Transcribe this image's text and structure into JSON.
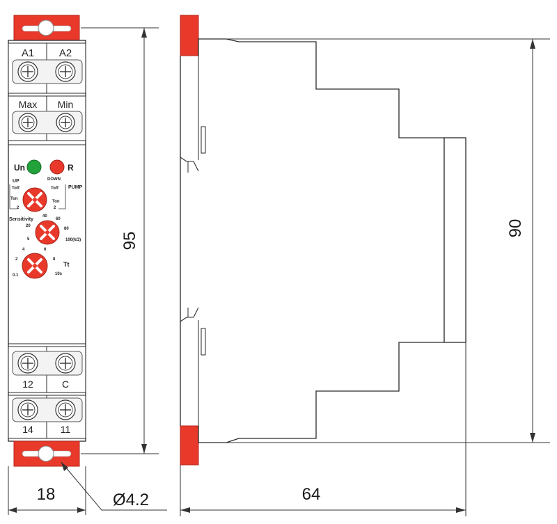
{
  "front_view": {
    "top_terminals": [
      {
        "label": "A1"
      },
      {
        "label": "A2"
      }
    ],
    "setting_terminals": [
      {
        "label": "Max"
      },
      {
        "label": "Min"
      }
    ],
    "bottom_terminals_row1": [
      {
        "label": "12"
      },
      {
        "label": "C"
      }
    ],
    "bottom_terminals_row2": [
      {
        "label": "14"
      },
      {
        "label": "11"
      }
    ],
    "indicators": {
      "power_label": "Un",
      "relay_label": "R",
      "power_color": "#22a23a",
      "relay_color": "#e8392b"
    },
    "mode_knob": {
      "up_label": "UP",
      "down_label": "DOWN",
      "pump_label": "PUMP",
      "marks": [
        "Toff",
        "Toff",
        "Ton",
        "Ton",
        "2",
        "2"
      ]
    },
    "sensitivity_knob": {
      "label": "Sensitivity",
      "marks": [
        "40",
        "60",
        "20",
        "80",
        "5",
        "100(kΩ)"
      ]
    },
    "time_knob": {
      "label": "Tt",
      "marks": [
        "4",
        "6",
        "2",
        "8",
        "0.1",
        "10s"
      ]
    }
  },
  "dimensions": {
    "height_total": "95",
    "height_body": "90",
    "width": "18",
    "depth": "64",
    "hole_diameter": "Ø4.2"
  },
  "colors": {
    "accent": "#e8392b",
    "outline": "#2a2a2a"
  }
}
